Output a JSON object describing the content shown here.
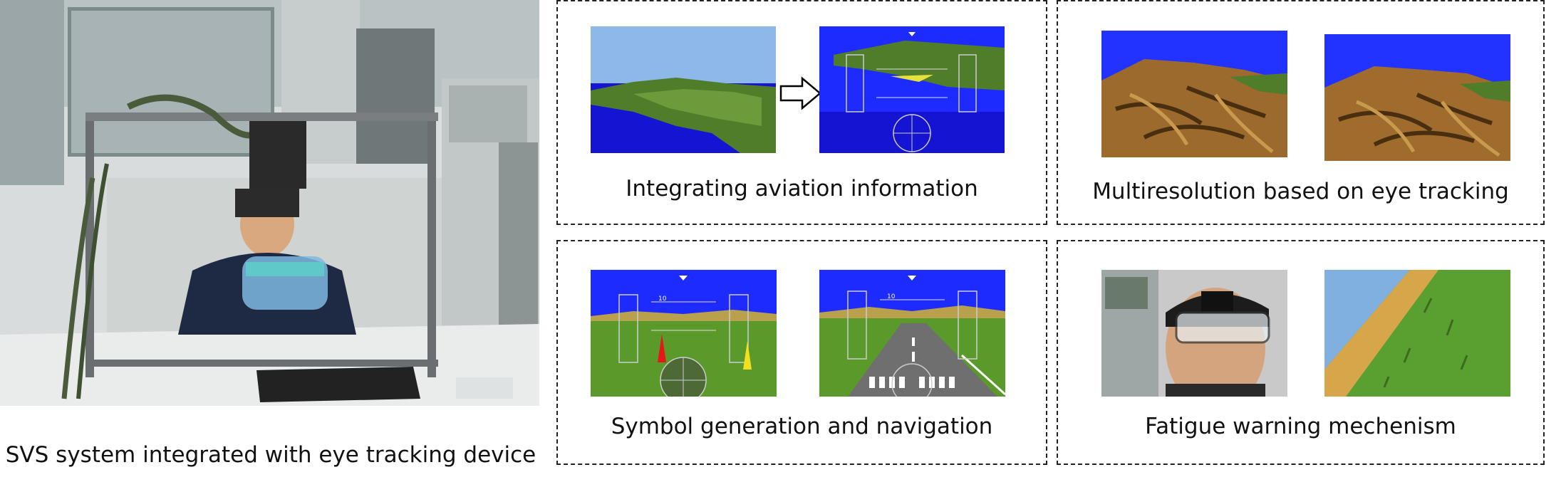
{
  "main_caption": "SVS system integrated with eye tracking device",
  "panels": [
    {
      "caption": "Integrating aviation information"
    },
    {
      "caption": "Multiresolution based on eye tracking"
    },
    {
      "caption": "Symbol generation and navigation"
    },
    {
      "caption": "Fatigue warning mechenism"
    }
  ],
  "hud": {
    "pitch_label_upper": "10",
    "pitch_label_lower": "10"
  },
  "colors": {
    "sky_light": "#8db8e8",
    "sky_hud": "#1d2bff",
    "water": "#1414d2",
    "terrain_green": "#4f7d2a",
    "terrain_brown": "#9c6a2c",
    "grass": "#5a9a2a"
  }
}
